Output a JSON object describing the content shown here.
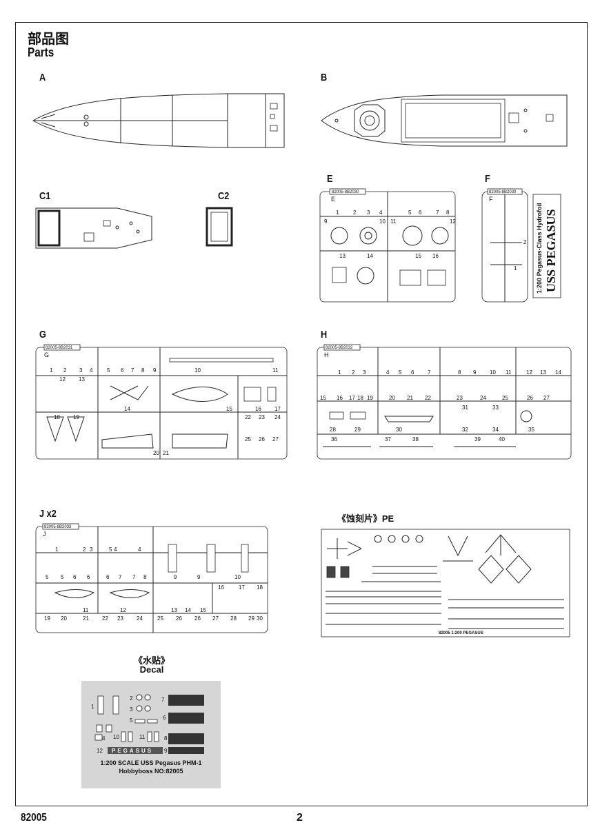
{
  "header": {
    "title_cn": "部品图",
    "title_en": "Parts"
  },
  "sections": {
    "A": "A",
    "B": "B",
    "C1": "C1",
    "C2": "C2",
    "E": "E",
    "F": "F",
    "G": "G",
    "H": "H",
    "J": "J x2"
  },
  "sprues": {
    "E": {
      "code": "82005-8B2030",
      "letter": "E",
      "numbers": [
        "1",
        "2",
        "3",
        "4",
        "5",
        "6",
        "7",
        "8",
        "9",
        "10",
        "11",
        "12",
        "13",
        "14",
        "15",
        "16"
      ]
    },
    "F": {
      "code": "82005-8B2030",
      "letter": "F",
      "numbers": [
        "1",
        "2"
      ],
      "plate_line1": "1:200 Pegasus-Class Hydrofoil",
      "plate_line2": "USS PEGASUS"
    },
    "G": {
      "code": "82005-8B2031",
      "letter": "G",
      "numbers": [
        "1",
        "2",
        "3",
        "4",
        "5",
        "6",
        "7",
        "8",
        "9",
        "10",
        "11",
        "12",
        "13",
        "14",
        "15",
        "16",
        "17",
        "18",
        "19",
        "20",
        "21",
        "22",
        "23",
        "24",
        "25",
        "26",
        "27"
      ]
    },
    "H": {
      "code": "82005-8B2032",
      "letter": "H",
      "numbers": [
        "1",
        "2",
        "3",
        "4",
        "5",
        "6",
        "7",
        "8",
        "9",
        "10",
        "11",
        "12",
        "13",
        "14",
        "15",
        "16",
        "17",
        "18",
        "19",
        "20",
        "21",
        "22",
        "23",
        "24",
        "25",
        "26",
        "27",
        "28",
        "29",
        "30",
        "31",
        "32",
        "33",
        "34",
        "35",
        "36",
        "37",
        "38",
        "39",
        "40"
      ]
    },
    "J": {
      "code": "82005-8B2033",
      "letter": "J",
      "numbers": [
        "1",
        "2",
        "3",
        "4",
        "5",
        "6",
        "7",
        "8",
        "9",
        "10",
        "11",
        "12",
        "13",
        "14",
        "15",
        "16",
        "17",
        "18",
        "19",
        "20",
        "21",
        "22",
        "23",
        "24",
        "25",
        "26",
        "27",
        "28",
        "29",
        "30"
      ]
    }
  },
  "pe": {
    "title_cn": "《蚀刻片》",
    "title_en": "PE",
    "plate_label": "82005 1:200 PEGASUS"
  },
  "decal": {
    "title_cn": "《水贴》",
    "title_en": "Decal",
    "numbers": [
      "1",
      "2",
      "3",
      "4",
      "5",
      "6",
      "7",
      "8",
      "9",
      "10",
      "11",
      "12"
    ],
    "name_strip": "PEGASUS",
    "caption1": "1:200 SCALE  USS Pegasus PHM-1",
    "caption2": "Hobbyboss  NO:82005"
  },
  "footer": {
    "code": "82005",
    "page": "2"
  }
}
